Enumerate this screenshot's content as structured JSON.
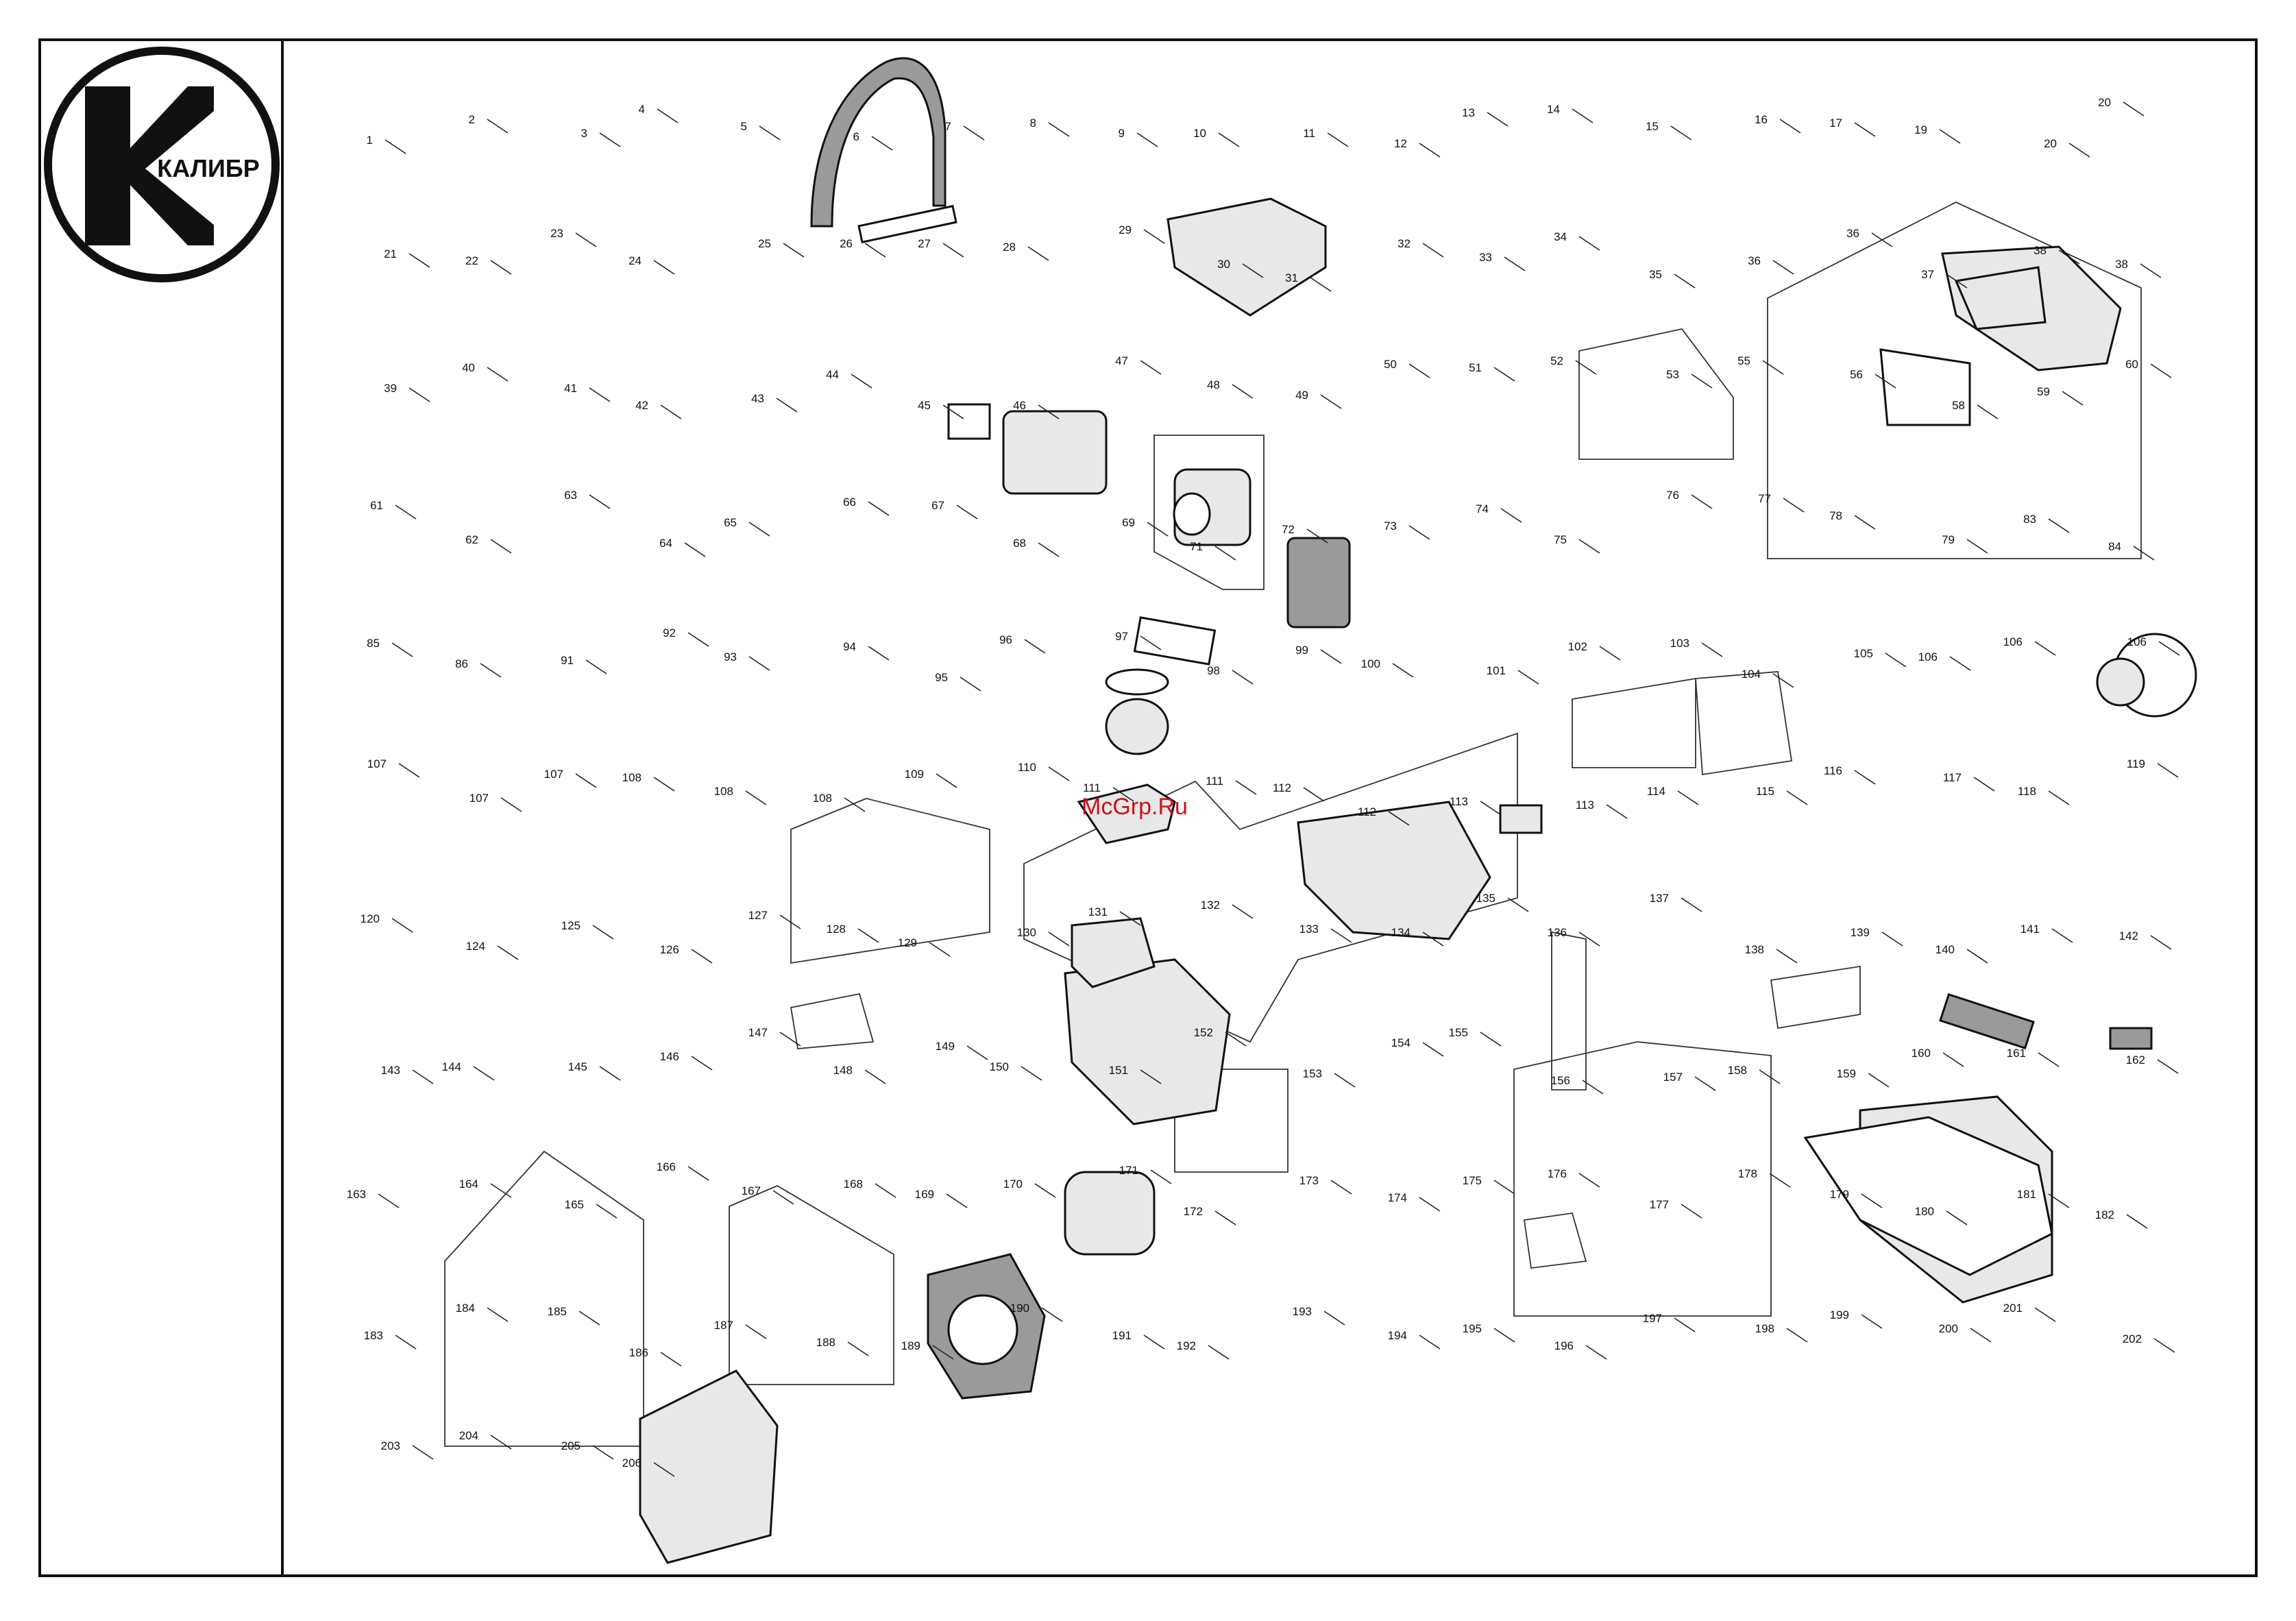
{
  "brand": {
    "logo_text": "КАЛИБР",
    "logo_color": "#111111"
  },
  "watermark": {
    "text": "McGrp.Ru",
    "color": "#c8131b"
  },
  "callouts": [
    "1",
    "2",
    "3",
    "4",
    "5",
    "6",
    "7",
    "8",
    "9",
    "10",
    "11",
    "12",
    "13",
    "14",
    "15",
    "16",
    "17",
    "19",
    "20",
    "20",
    "21",
    "22",
    "23",
    "24",
    "25",
    "26",
    "27",
    "28",
    "29",
    "30",
    "31",
    "32",
    "33",
    "34",
    "35",
    "36",
    "36",
    "37",
    "38",
    "38",
    "39",
    "40",
    "41",
    "42",
    "43",
    "44",
    "45",
    "46",
    "47",
    "48",
    "49",
    "50",
    "51",
    "52",
    "53",
    "55",
    "56",
    "58",
    "59",
    "60",
    "61",
    "62",
    "63",
    "64",
    "65",
    "66",
    "67",
    "68",
    "69",
    "71",
    "72",
    "73",
    "74",
    "75",
    "76",
    "77",
    "78",
    "79",
    "83",
    "84",
    "85",
    "86",
    "91",
    "92",
    "93",
    "94",
    "95",
    "96",
    "97",
    "98",
    "99",
    "100",
    "101",
    "102",
    "103",
    "104",
    "105",
    "106",
    "106",
    "106",
    "107",
    "107",
    "107",
    "108",
    "108",
    "108",
    "109",
    "110",
    "111",
    "111",
    "112",
    "112",
    "113",
    "113",
    "114",
    "115",
    "116",
    "117",
    "118",
    "119",
    "120",
    "124",
    "125",
    "126",
    "127",
    "128",
    "129",
    "130",
    "131",
    "132",
    "133",
    "134",
    "135",
    "136",
    "137",
    "138",
    "139",
    "140",
    "141",
    "142",
    "143",
    "144",
    "145",
    "146",
    "147",
    "148",
    "149",
    "150",
    "151",
    "152",
    "153",
    "154",
    "155",
    "156",
    "157",
    "158",
    "159",
    "160",
    "161",
    "162",
    "163",
    "164",
    "165",
    "166",
    "167",
    "168",
    "169",
    "170",
    "171",
    "172",
    "173",
    "174",
    "175",
    "176",
    "177",
    "178",
    "179",
    "180",
    "181",
    "182",
    "183",
    "184",
    "185",
    "186",
    "187",
    "188",
    "189",
    "190",
    "191",
    "192",
    "193",
    "194",
    "195",
    "196",
    "197",
    "198",
    "199",
    "200",
    "201",
    "202",
    "203",
    "204",
    "205",
    "206"
  ]
}
